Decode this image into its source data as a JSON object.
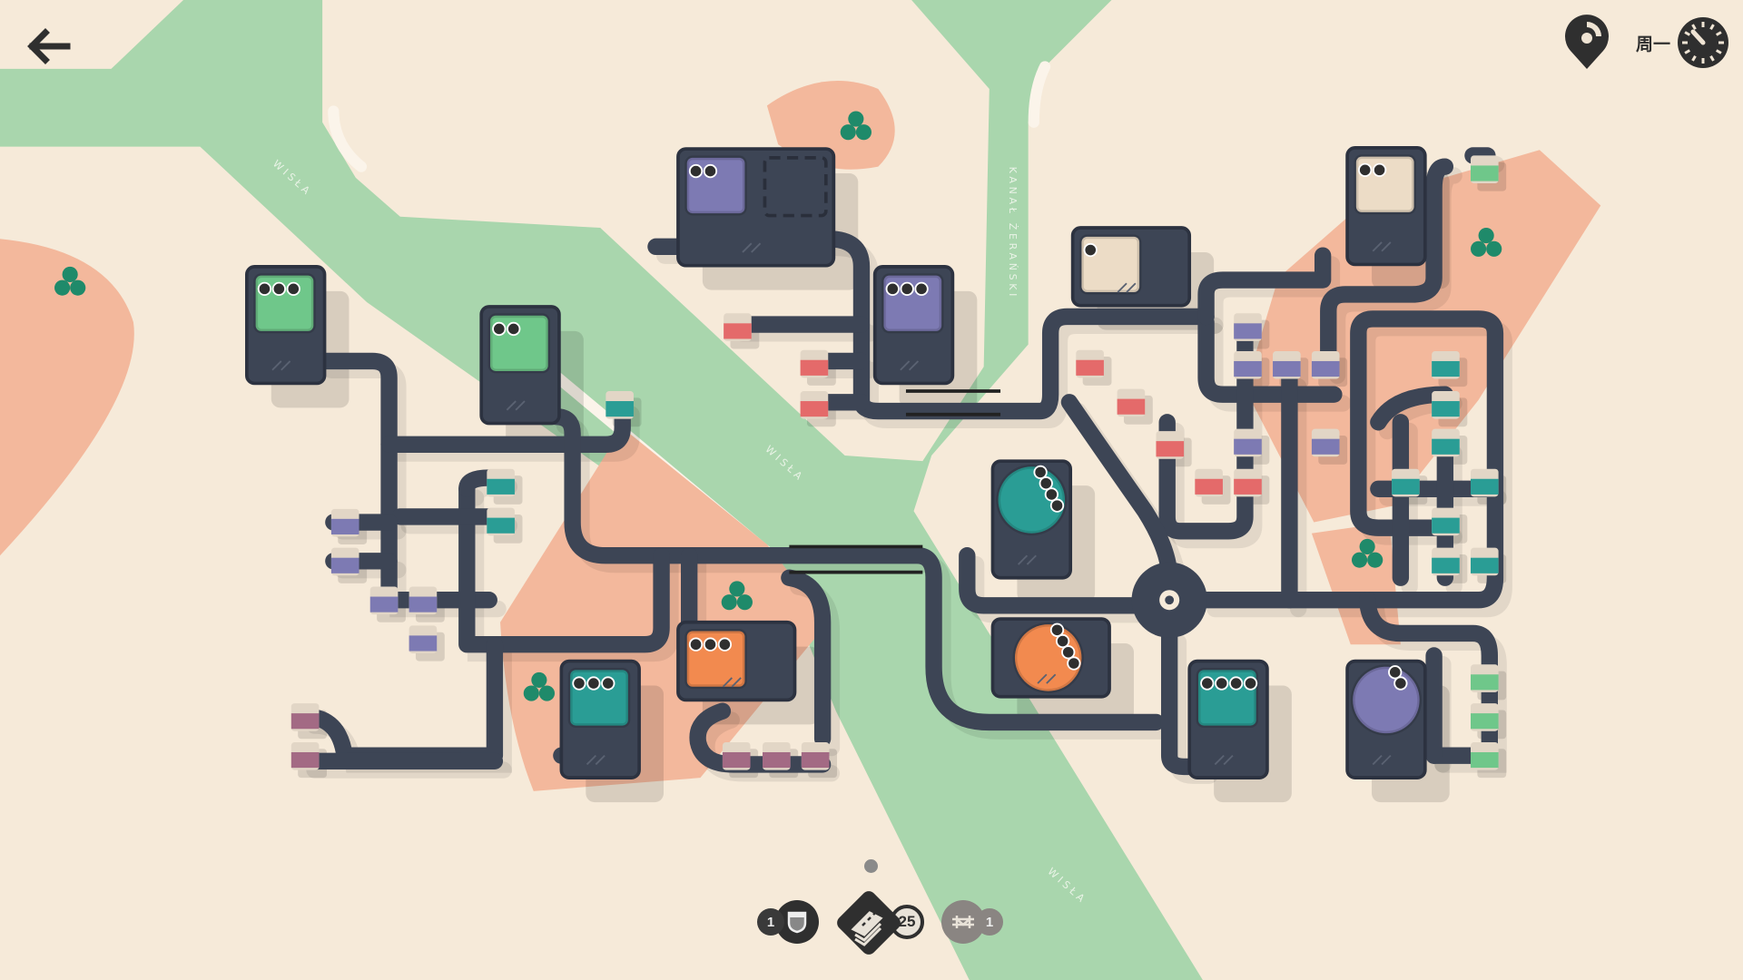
{
  "hud": {
    "back_icon": "arrow-left-icon",
    "score_icon": "location-pin-progress-icon",
    "day": "周一",
    "clock_icon": "clock-icon"
  },
  "map_labels": {
    "river_1": "WISŁA",
    "river_2": "WISŁA",
    "river_3": "WISŁA",
    "canal": "KANAŁ ŻERAŃSKI"
  },
  "colors": {
    "background": "#f6ead9",
    "water": "#a9d6ad",
    "zone": "#f3b89c",
    "road": "#3d4555",
    "red": "#e46a6a",
    "purple": "#7d7ab3",
    "teal": "#2a9d95",
    "green": "#6fc78a",
    "mauve": "#a36a84",
    "orange": "#f28a4f",
    "beige": "#ecdcc6",
    "tree": "#1f8a6a"
  },
  "destinations": [
    {
      "color": "green",
      "pins": 3
    },
    {
      "color": "green",
      "pins": 2
    },
    {
      "color": "purple",
      "pins": 2
    },
    {
      "color": "purple",
      "pins": 3
    },
    {
      "color": "beige",
      "pins": 1
    },
    {
      "color": "beige",
      "pins": 2
    },
    {
      "color": "teal",
      "pins": 4
    },
    {
      "color": "orange",
      "pins": 3
    },
    {
      "color": "orange",
      "pins": 4
    },
    {
      "color": "teal",
      "pins": 3
    },
    {
      "color": "teal",
      "pins": 4
    },
    {
      "color": "purple",
      "pins": 2
    }
  ],
  "toolbar": {
    "motorway": {
      "icon": "motorway-shield-icon",
      "count": "1"
    },
    "roads": {
      "icon": "road-tiles-icon",
      "count": "25"
    },
    "bridge": {
      "icon": "bridge-icon",
      "count": "1"
    }
  }
}
